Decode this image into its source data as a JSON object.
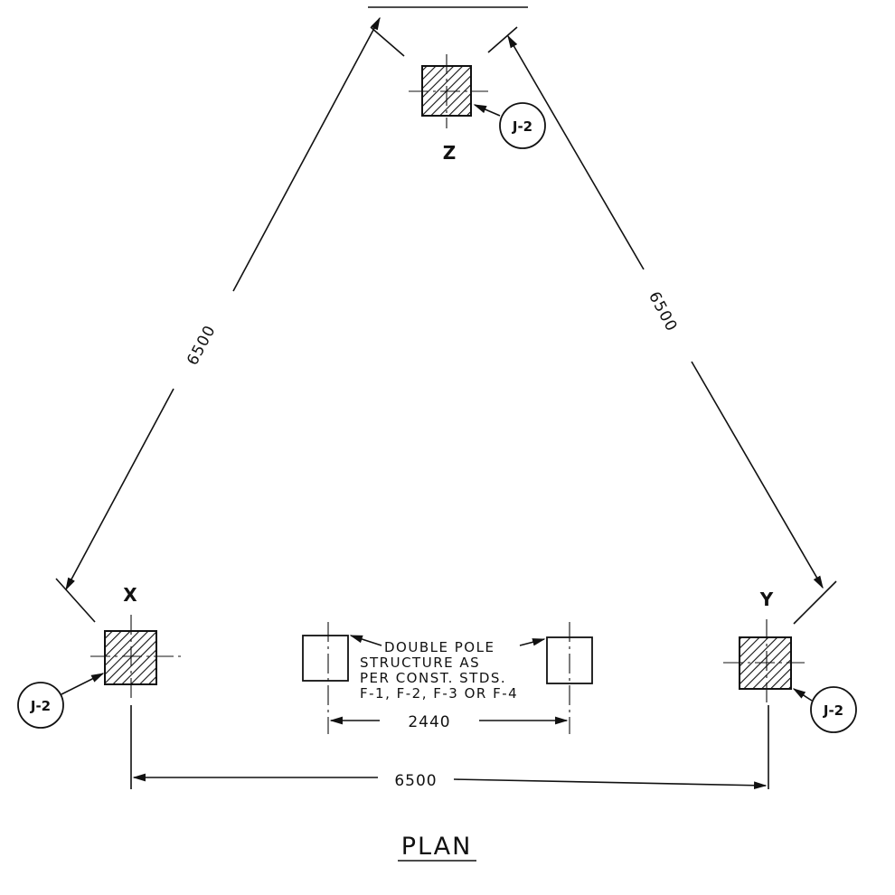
{
  "plan_title": "PLAN",
  "leg_labels": {
    "x": "X",
    "y": "Y",
    "z": "Z"
  },
  "footing_tag": "J-2",
  "dimensions": {
    "left_side": "6500",
    "right_side": "6500",
    "bottom_side": "6500",
    "pole_spacing": "2440"
  },
  "note_lines": [
    "DOUBLE POLE",
    "STRUCTURE AS",
    "PER CONST. STDS.",
    "F-1, F-2, F-3 OR F-4"
  ]
}
